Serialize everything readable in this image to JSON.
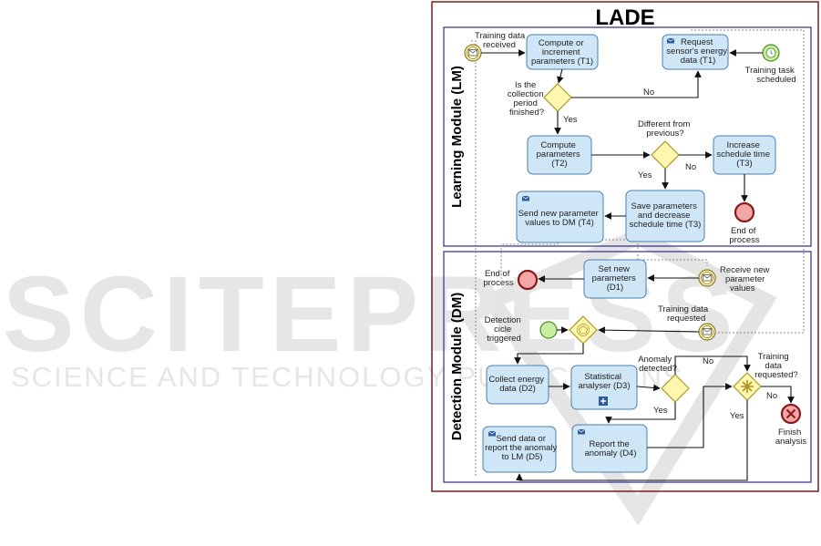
{
  "title": "LADE",
  "lanes": {
    "lm": "Learning Module (LM)",
    "dm": "Detection Module (DM)"
  },
  "watermark": {
    "big": "SCITEPRESS",
    "small": "SCIENCE AND TECHNOLOGY PUBLICATIONS"
  },
  "lm": {
    "training_data_received": [
      "Training data",
      "received"
    ],
    "t1_compute": [
      "Compute or",
      "increment",
      "parameters (T1)"
    ],
    "t1_request": [
      "Request",
      "sensor's energy",
      "data (T1)"
    ],
    "training_task_scheduled": [
      "Training task",
      "scheduled"
    ],
    "collection_question": [
      "Is the",
      "collection",
      "period",
      "finished?"
    ],
    "no_1": "No",
    "yes_1": "Yes",
    "t2": [
      "Compute",
      "parameters",
      "(T2)"
    ],
    "different_question": [
      "Different from",
      "previous?"
    ],
    "yes_2": "Yes",
    "no_2": "No",
    "t3_increase": [
      "Increase",
      "schedule time",
      "(T3)"
    ],
    "t3_save": [
      "Save parameters",
      "and decrease",
      "schedule time (T3)"
    ],
    "t4": [
      "Send new parameter",
      "values to DM (T4)"
    ],
    "end": [
      "End of",
      "process"
    ]
  },
  "dm": {
    "end": [
      "End of",
      "process"
    ],
    "d1": [
      "Set new",
      "parameters",
      "(D1)"
    ],
    "receive_params": [
      "Receive new",
      "parameter",
      "values"
    ],
    "detection_triggered": [
      "Detection",
      "cicle",
      "triggered"
    ],
    "training_requested": [
      "Training data",
      "requested"
    ],
    "d2": [
      "Collect energy",
      "data (D2)"
    ],
    "d3": [
      "Statistical",
      "analyser (D3)"
    ],
    "anomaly_question": [
      "Anomaly",
      "detected?"
    ],
    "no_1": "No",
    "yes_1": "Yes",
    "training_question": [
      "Training",
      "data",
      "requested?"
    ],
    "no_2": "No",
    "yes_2": "Yes",
    "finish": [
      "Finish",
      "analysis"
    ],
    "d4": [
      "Report the",
      "anomaly (D4)"
    ],
    "d5": [
      "Send data or",
      "report the anomaly",
      "to LM (D5)"
    ]
  }
}
